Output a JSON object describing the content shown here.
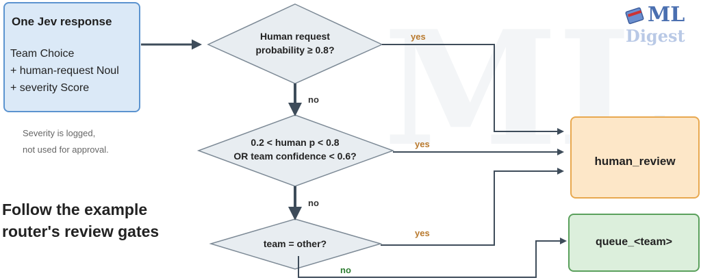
{
  "input": {
    "title": "One Jev response",
    "lines": [
      "Team Choice",
      "+ human-request Noul",
      "+ severity Score"
    ]
  },
  "note": [
    "Severity is logged,",
    "not used for approval."
  ],
  "headline": [
    "Follow the example",
    "router's review gates"
  ],
  "decisions": [
    {
      "lines": [
        "Human request",
        "probability ≥ 0.8?"
      ]
    },
    {
      "lines": [
        "0.2 < human p < 0.8",
        "OR team confidence < 0.6?"
      ]
    },
    {
      "lines": [
        "team = other?"
      ]
    }
  ],
  "edges": {
    "yes1": "yes",
    "no1": "no",
    "yes2": "yes",
    "no2": "no",
    "yes3": "yes",
    "no3": "no"
  },
  "outcomes": {
    "human_review": "human_review",
    "queue": "queue_<team>"
  },
  "logo": {
    "top": "ML",
    "bottom": "Digest"
  },
  "colors": {
    "input_fill": "#dbe9f7",
    "input_border": "#5b93cf",
    "diamond_fill": "#e8edf1",
    "diamond_border": "#7d8a96",
    "arrow": "#3e4c5a",
    "yes_label": "#b8792d",
    "no_green": "#2e7d32",
    "human_fill": "#fde7c8",
    "human_border": "#e8a84f",
    "queue_fill": "#dcefdc",
    "queue_border": "#5aa05c"
  }
}
